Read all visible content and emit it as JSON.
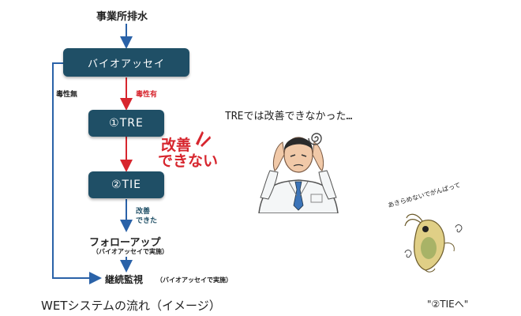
{
  "flow": {
    "source": "事業所排水",
    "bioassay": "バイオアッセイ",
    "toxic_none": "毒性無",
    "toxic_present": "毒性有",
    "tre": "①TRE",
    "cannot_improve_1": "改善",
    "cannot_improve_2": "できない",
    "tie": "②TIE",
    "improved_1": "改善",
    "improved_2": "できた",
    "followup": "フォローアップ",
    "followup_sub": "（バイオアッセイで実施）",
    "monitoring": "継続監視",
    "monitoring_sub": "（バイオアッセイで実施）"
  },
  "caption": "WETシステムの流れ（イメージ）",
  "scientist_thought": "TREでは改善できなかった…",
  "creature_speech": "あきらめないでがんばって",
  "creature_caption": "\"②TIEへ\"",
  "colors": {
    "box": "#1f4f66",
    "arrow_blue": "#2a62a8",
    "arrow_red": "#d7262e",
    "accent_red": "#d7262e"
  }
}
